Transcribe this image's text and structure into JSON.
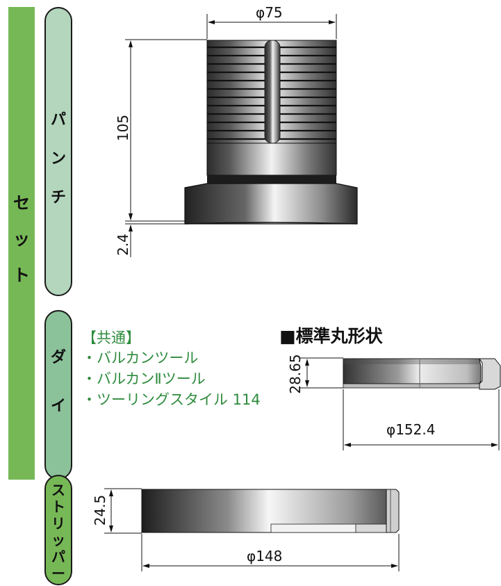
{
  "set_label": [
    "セ",
    "ッ",
    "ト"
  ],
  "punch": {
    "label_chars": [
      "パ",
      "ン",
      "チ"
    ],
    "dim_diameter": "φ75",
    "dim_height": "105",
    "dim_offset": "2.4"
  },
  "die": {
    "label_chars": [
      "ダ",
      "イ"
    ],
    "common_title": "【共通】",
    "common_items": [
      "・バルカンツール",
      "・バルカンⅡツール",
      "・ツーリングスタイル 114"
    ],
    "heading": "■標準丸形状",
    "dim_height": "28.65",
    "dim_diameter": "φ152.4"
  },
  "stripper": {
    "label_chars": [
      "ス",
      "ト",
      "リ",
      "ッ",
      "パ",
      "ー"
    ],
    "dim_height": "24.5",
    "dim_diameter": "φ148"
  },
  "colors": {
    "set_green": "#76b856",
    "pill_light_green": "#b3d6bd",
    "pill_mid_green": "#8cc29a",
    "text_green": "#2e8b3d"
  }
}
